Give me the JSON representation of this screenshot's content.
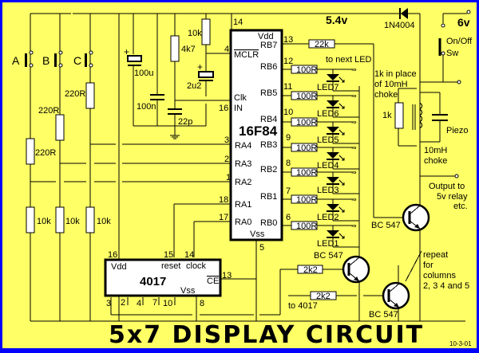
{
  "title": "5x7 DISPLAY CIRCUIT",
  "date": "10-3-01",
  "colors": {
    "background": "#ffff66",
    "border": "#0000ff",
    "wire": "#000000",
    "component_fill": "#ffffff"
  },
  "supply": {
    "rail_voltage": "5.4v",
    "battery_voltage": "6v",
    "diode": "1N4004",
    "switch_label_1": "On/Off",
    "switch_label_2": "Sw"
  },
  "buttons": [
    {
      "label": "A"
    },
    {
      "label": "B"
    },
    {
      "label": "C"
    }
  ],
  "button_resistors": [
    "220R",
    "220R",
    "220R"
  ],
  "pulldown_resistors": [
    "10k",
    "10k",
    "10k"
  ],
  "caps": {
    "c100u": "100u",
    "c100n": "100n",
    "c22p": "22p",
    "c2u2": "2u2"
  },
  "resistors": {
    "r10k": "10k",
    "r4k7": "4k7",
    "r22k": "22k",
    "r1k": "1k",
    "r2k2_a": "2k2",
    "r2k2_b": "2k2"
  },
  "pic": {
    "name": "16F84",
    "vdd": "Vdd",
    "vss": "Vss",
    "mclr": "MCLR",
    "clk": "Clk",
    "in": "IN",
    "pin_vdd": "14",
    "pin_vss": "5",
    "pin_mclr": "4",
    "pin_clk": "16",
    "left_pins": [
      {
        "name": "RA4",
        "num": "3"
      },
      {
        "name": "RA3",
        "num": "2"
      },
      {
        "name": "RA2",
        "num": "1"
      },
      {
        "name": "RA1",
        "num": "18"
      },
      {
        "name": "RA0",
        "num": "17"
      }
    ],
    "right_pins": [
      {
        "name": "RB7",
        "num": "13"
      },
      {
        "name": "RB6",
        "num": "12"
      },
      {
        "name": "RB5",
        "num": "11"
      },
      {
        "name": "RB4",
        "num": "10"
      },
      {
        "name": "RB3",
        "num": "9"
      },
      {
        "name": "RB2",
        "num": "8"
      },
      {
        "name": "RB1",
        "num": "7"
      },
      {
        "name": "RB0",
        "num": "6"
      }
    ]
  },
  "led_resistors": [
    "100R",
    "100R",
    "100R",
    "100R",
    "100R",
    "100R",
    "100R"
  ],
  "leds": [
    "LED7",
    "LED6",
    "LED5",
    "LED4",
    "LED3",
    "LED2",
    "LED1"
  ],
  "to_next_led": "to next LED",
  "counter": {
    "name": "4017",
    "vdd": "Vdd",
    "vss": "Vss",
    "reset": "reset",
    "clock": "clock",
    "ce": "CE",
    "pin_vdd": "16",
    "pin_reset": "15",
    "pin_clock": "14",
    "pin_ce": "13",
    "pin_vss": "8",
    "bottom_pins": [
      "3",
      "2",
      "4",
      "7",
      "10"
    ]
  },
  "piezo": {
    "label": "Piezo",
    "choke_1": "10mH",
    "choke_2": "choke",
    "note_1": "1k in place",
    "note_2": "of 10mH",
    "note_3": "choke"
  },
  "output": {
    "line1": "Output to",
    "line2": "5v  relay",
    "line3": "etc."
  },
  "transistors": [
    "BC 547",
    "BC 547",
    "BC 547"
  ],
  "to_4017": "to 4017",
  "repeat_note": [
    "repeat",
    "for",
    "columns",
    "2, 3 4 and 5"
  ]
}
